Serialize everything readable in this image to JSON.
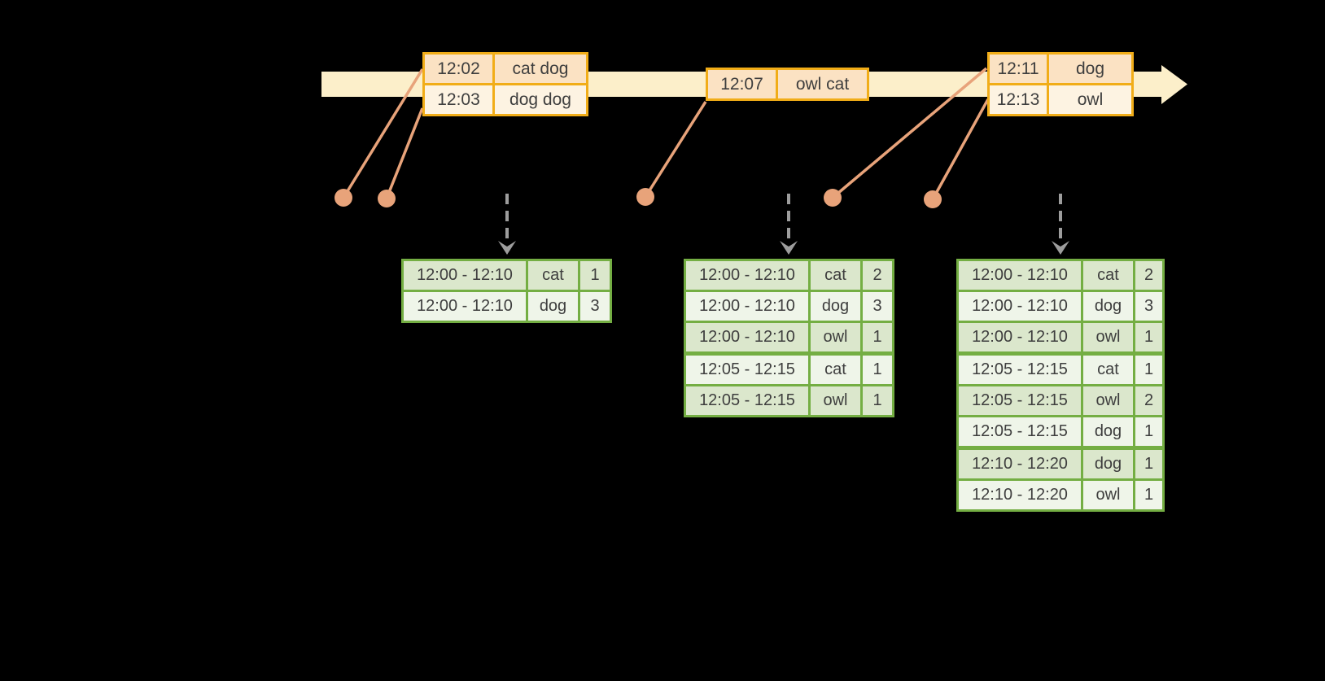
{
  "colors": {
    "background": "#000000",
    "timeline_fill": "#fcefca",
    "event_border": "#f1ad18",
    "event_row_dark": "#fbe2c3",
    "event_row_light": "#fdf3e2",
    "result_border": "#74ae43",
    "result_row_dark": "#dbe7cc",
    "result_row_light": "#eff5e9",
    "connector": "#e8a37a",
    "trigger_arrow": "#9d9d9d",
    "text": "#3e3e3e"
  },
  "icons": {
    "timeline_arrowhead": "right-arrow",
    "trigger_arrowhead": "down-chevron",
    "event_dot": "filled-circle"
  },
  "timeline": {
    "event_tables": [
      {
        "rows": [
          {
            "time": "12:02",
            "words": "cat dog"
          },
          {
            "time": "12:03",
            "words": "dog dog"
          }
        ]
      },
      {
        "rows": [
          {
            "time": "12:07",
            "words": "owl cat"
          }
        ]
      },
      {
        "rows": [
          {
            "time": "12:11",
            "words": "dog"
          },
          {
            "time": "12:13",
            "words": "owl"
          }
        ]
      }
    ]
  },
  "result_tables": [
    {
      "rows": [
        [
          "12:00 - 12:10",
          "cat",
          "1"
        ],
        [
          "12:00 - 12:10",
          "dog",
          "3"
        ]
      ]
    },
    {
      "rows": [
        [
          "12:00 - 12:10",
          "cat",
          "2"
        ],
        [
          "12:00 - 12:10",
          "dog",
          "3"
        ],
        [
          "12:00 - 12:10",
          "owl",
          "1"
        ],
        [
          "12:05 - 12:15",
          "cat",
          "1"
        ],
        [
          "12:05 - 12:15",
          "owl",
          "1"
        ]
      ]
    },
    {
      "rows": [
        [
          "12:00 - 12:10",
          "cat",
          "2"
        ],
        [
          "12:00 - 12:10",
          "dog",
          "3"
        ],
        [
          "12:00 - 12:10",
          "owl",
          "1"
        ],
        [
          "12:05 - 12:15",
          "cat",
          "1"
        ],
        [
          "12:05 - 12:15",
          "owl",
          "2"
        ],
        [
          "12:05 - 12:15",
          "dog",
          "1"
        ],
        [
          "12:10 - 12:20",
          "dog",
          "1"
        ],
        [
          "12:10 - 12:20",
          "owl",
          "1"
        ]
      ]
    }
  ]
}
